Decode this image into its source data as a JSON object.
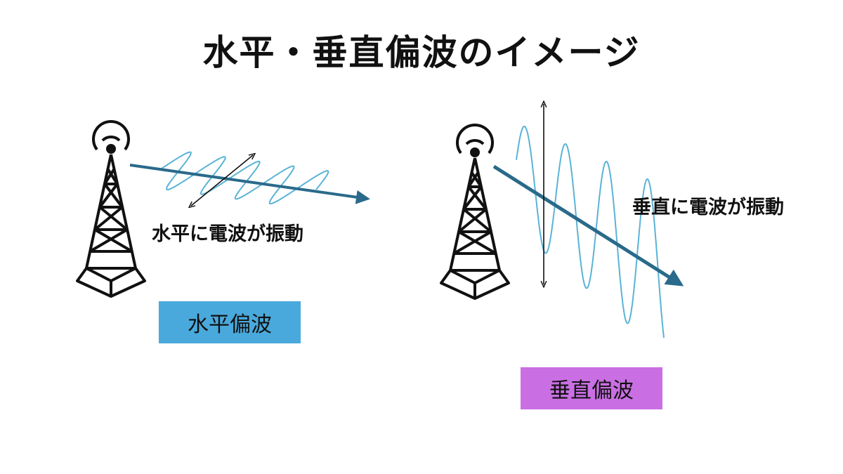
{
  "title": "水平・垂直偏波のイメージ",
  "horizontal": {
    "caption": "水平に電波が振動",
    "label": "水平偏波",
    "label_color": "#4aa9dc"
  },
  "vertical": {
    "caption": "垂直に電波が振動",
    "label": "垂直偏波",
    "label_color": "#c96fe3"
  },
  "colors": {
    "wave": "#5ab3d6",
    "arrow": "#2a6a8a",
    "tower": "#111111",
    "text": "#111111"
  },
  "icons": [
    "radio-tower-icon",
    "radio-tower-icon"
  ]
}
